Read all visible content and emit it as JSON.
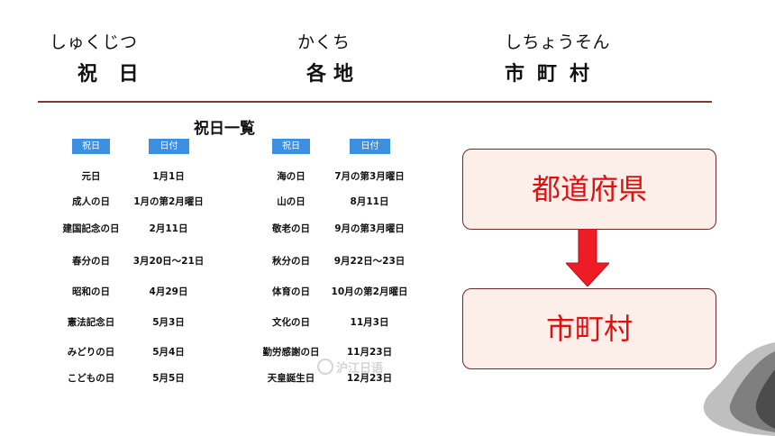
{
  "heading": {
    "words": [
      {
        "ruby": "しゅくじつ",
        "kanji": "祝 日"
      },
      {
        "ruby": "かくち",
        "kanji": "各地"
      },
      {
        "ruby": "しちょうそん",
        "kanji": "市町村"
      }
    ]
  },
  "table": {
    "title": "祝日一覧",
    "headers": [
      "祝日",
      "日付",
      "祝日",
      "日付"
    ],
    "left_rows": [
      [
        "元日",
        "1月1日"
      ],
      [
        "成人の日",
        "1月の第2月曜日"
      ],
      [
        "建国記念の日",
        "2月11日"
      ],
      [
        "春分の日",
        "3月20日～21日"
      ],
      [
        "昭和の日",
        "4月29日"
      ],
      [
        "憲法記念日",
        "5月3日"
      ],
      [
        "みどりの日",
        "5月4日"
      ],
      [
        "こどもの日",
        "5月5日"
      ]
    ],
    "right_rows": [
      [
        "海の日",
        "7月の第3月曜日"
      ],
      [
        "山の日",
        "8月11日"
      ],
      [
        "敬老の日",
        "9月の第3月曜日"
      ],
      [
        "秋分の日",
        "9月22日～23日"
      ],
      [
        "体育の日",
        "10月の第2月曜日"
      ],
      [
        "文化の日",
        "11月3日"
      ],
      [
        "勤労感謝の日",
        "11月23日"
      ],
      [
        "天皇誕生日",
        "12月23日"
      ]
    ]
  },
  "diagram": {
    "top_box": "都道府県",
    "bottom_box": "市町村"
  },
  "watermark": "沪江日语",
  "colors": {
    "accent": "#3d8fe0",
    "arrow": "#ee1c25",
    "box_text": "#e01010",
    "rule": "#7a3b32"
  }
}
